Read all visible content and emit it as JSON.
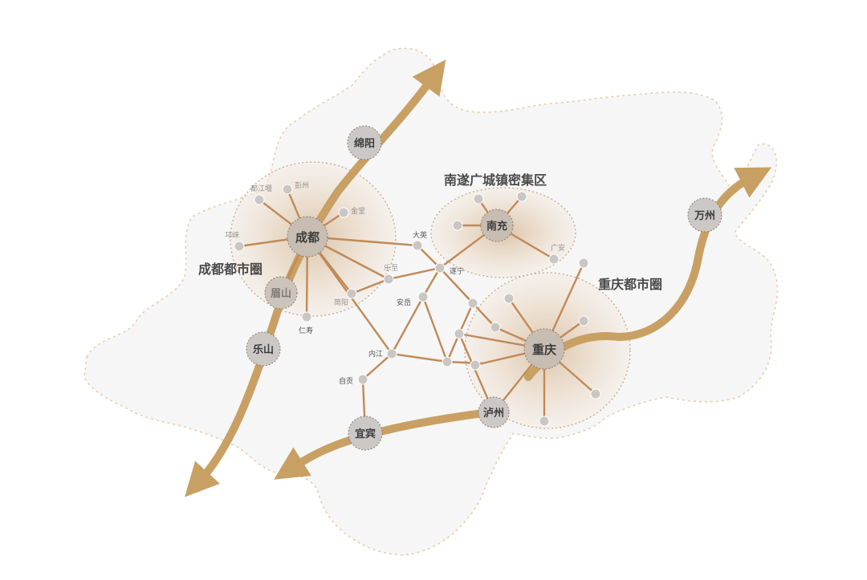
{
  "regions": {
    "chengdu": "成都都市圈",
    "nansui": "南遂广城镇密集区",
    "chongqing": "重庆都市圈"
  },
  "hubs": {
    "chengdu": "成都",
    "chongqing": "重庆",
    "nanchong": "南充",
    "mianyang": "绵阳",
    "leshan": "乐山",
    "yibin": "宜宾",
    "luzhou": "泸州",
    "wanzhou": "万州",
    "meishan": "眉山"
  },
  "towns": {
    "dujiangyan": "都江堰",
    "pengzhou": "彭州",
    "jintang": "金堂",
    "qionglai": "邛崃",
    "jianyang": "简阳",
    "renshou": "仁寿",
    "lezhi": "乐至",
    "daying": "大英",
    "suining": "遂宁",
    "anyue": "安岳",
    "neijiang": "内江",
    "zigong": "自贡",
    "guangan": "广安"
  },
  "colors": {
    "axis": "#c9a063",
    "link": "#c08a58",
    "node": "#c9c6c4",
    "land": "#f6f6f6",
    "border": "#e6cfae"
  }
}
